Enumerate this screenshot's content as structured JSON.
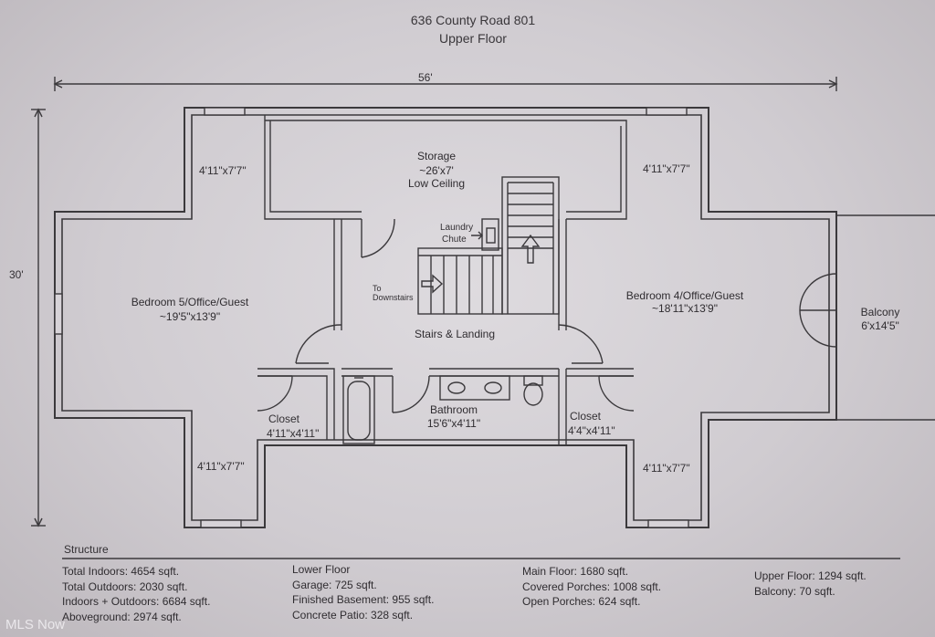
{
  "header": {
    "address": "636 County Road 801",
    "floor": "Upper Floor"
  },
  "dimensions": {
    "width": "56'",
    "depth": "30'"
  },
  "rooms": {
    "storage_name": "Storage",
    "storage_size": "~26'x7'",
    "storage_note": "Low Ceiling",
    "nook_top_left": "4'11\"x7'7\"",
    "nook_top_right": "4'11\"x7'7\"",
    "nook_bottom_left": "4'11\"x7'7\"",
    "nook_bottom_right": "4'11\"x7'7\"",
    "laundry_line1": "Laundry",
    "laundry_line2": "Chute",
    "to_downstairs_line1": "To",
    "to_downstairs_line2": "Downstairs",
    "bedroom5_name": "Bedroom 5/Office/Guest",
    "bedroom5_size": "~19'5\"x13'9\"",
    "bedroom4_name": "Bedroom 4/Office/Guest",
    "bedroom4_size": "~18'11\"x13'9\"",
    "balcony_name": "Balcony",
    "balcony_size": "6'x14'5\"",
    "stairs_name": "Stairs & Landing",
    "bathroom_name": "Bathroom",
    "bathroom_size": "15'6\"x4'11\"",
    "closet_left_name": "Closet",
    "closet_left_size": "4'11\"x4'11\"",
    "closet_right_name": "Closet",
    "closet_right_size": "4'4\"x4'11\""
  },
  "structure": {
    "heading": "Structure",
    "col1": [
      "Total Indoors: 4654 sqft.",
      "Total Outdoors: 2030 sqft.",
      "Indoors + Outdoors: 6684 sqft.",
      "Aboveground: 2974 sqft."
    ],
    "col2": [
      "Lower Floor",
      "Garage: 725 sqft.",
      "Finished Basement: 955 sqft.",
      "Concrete Patio: 328 sqft."
    ],
    "col3": [
      "Main Floor: 1680 sqft.",
      "Covered Porches: 1008 sqft.",
      "Open Porches: 624 sqft."
    ],
    "col4": [
      "Upper Floor: 1294 sqft.",
      "Balcony: 70 sqft."
    ]
  },
  "watermark": "MLS Now",
  "colors": {
    "wall": "#3b393c",
    "paper": "#d7d3d8",
    "background": "#b9b3b7"
  }
}
